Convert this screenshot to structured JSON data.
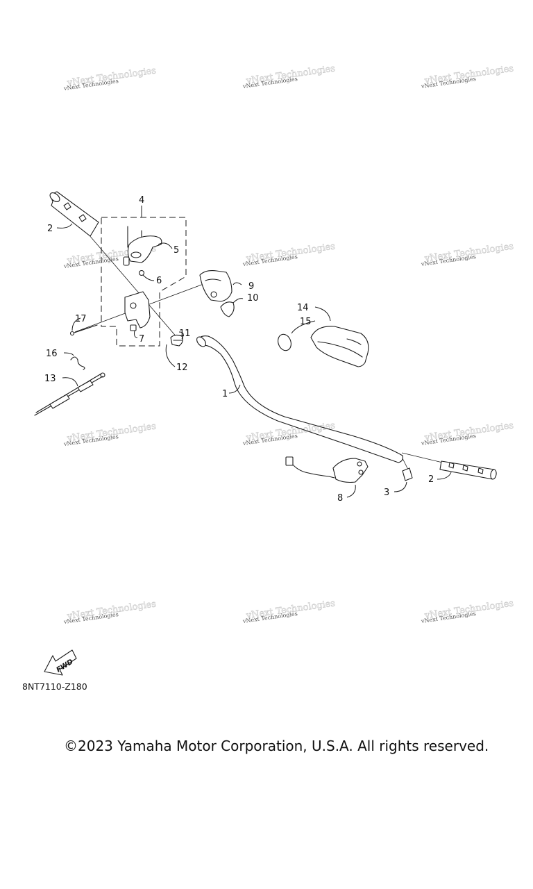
{
  "diagram": {
    "callouts": [
      "1",
      "2",
      "2",
      "3",
      "4",
      "5",
      "6",
      "7",
      "8",
      "9",
      "10",
      "11",
      "12",
      "13",
      "14",
      "15",
      "16",
      "17"
    ],
    "forward_label": "FWD",
    "code": "8NT7110-Z180"
  },
  "watermark": {
    "text": "vNext Technologies"
  },
  "footer": {
    "copyright": "©2023 Yamaha Motor Corporation, U.S.A. All rights reserved."
  },
  "colors": {
    "line": "#1a1a1a",
    "background": "#ffffff",
    "watermark": "#555555"
  }
}
